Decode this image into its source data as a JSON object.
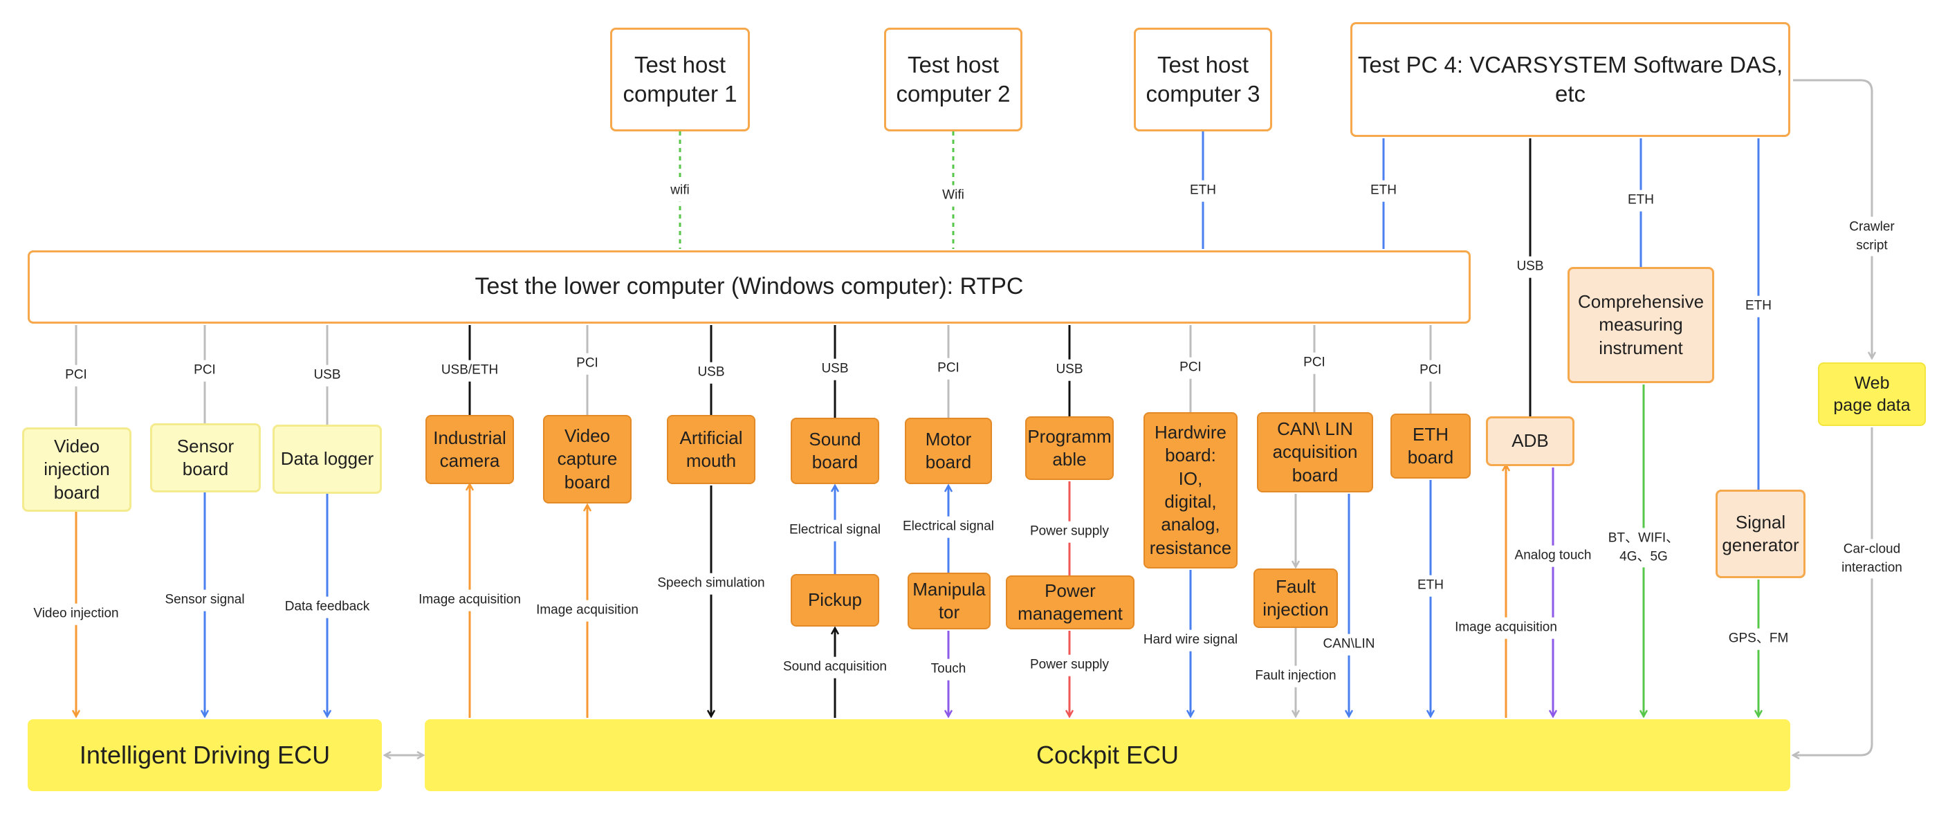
{
  "colors": {
    "orange": "#f79a33",
    "blue": "#4a7ff0",
    "black": "#111111",
    "gray": "#bdbdbd",
    "green": "#56c748",
    "purple": "#8d59e8",
    "red": "#ef5656",
    "box_border_orange": "#f6a84c",
    "ecu_yellow": "#fff25a"
  },
  "hosts": {
    "host1": "Test host\ncomputer 1",
    "host2": "Test host\ncomputer 2",
    "host3": "Test host\ncomputer 3",
    "pc4": "Test PC 4: VCARSYSTEM Software DAS, etc"
  },
  "rtpc": "Test the lower computer (Windows computer): RTPC",
  "modules": {
    "video_injection_board": "Video\ninjection\nboard",
    "sensor_board": "Sensor\nboard",
    "data_logger": "Data logger",
    "industrial_camera": "Industrial\ncamera",
    "video_capture_board": "Video\ncapture\nboard",
    "artificial_mouth": "Artificial\nmouth",
    "sound_board": "Sound\nboard",
    "motor_board": "Motor\nboard",
    "programmable": "Programm\nable",
    "hardwire_board": "Hardwire\nboard:\nIO,\ndigital,\nanalog,\nresistance",
    "can_lin_board": "CAN\\ LIN\nacquisition\nboard",
    "eth_board": "ETH\nboard",
    "adb": "ADB",
    "measuring_instrument": "Comprehensive\nmeasuring\ninstrument",
    "web_page_data": "Web\npage data",
    "pickup": "Pickup",
    "manipulator": "Manipula\ntor",
    "power_management": "Power\nmanagement",
    "fault_injection": "Fault\ninjection",
    "signal_generator": "Signal\ngenerator"
  },
  "ecus": {
    "intelligent_driving": "Intelligent Driving ECU",
    "cockpit": "Cockpit ECU"
  },
  "labels": {
    "wifi1": "wifi",
    "wifi2": "Wifi",
    "eth_host3": "ETH",
    "eth_pc4": "ETH",
    "usb_adb": "USB",
    "eth_measure": "ETH",
    "eth_signal": "ETH",
    "crawler": "Crawler\nscript",
    "pci_video_inj": "PCI",
    "pci_sensor": "PCI",
    "usb_logger": "USB",
    "usbeth_camera": "USB/ETH",
    "pci_capture": "PCI",
    "usb_mouth": "USB",
    "usb_sound": "USB",
    "pci_motor": "PCI",
    "usb_prog": "USB",
    "pci_hardwire": "PCI",
    "pci_canlin": "PCI",
    "pci_eth": "PCI",
    "video_injection": "Video injection",
    "sensor_signal": "Sensor signal",
    "data_feedback": "Data feedback",
    "image_acq1": "Image acquisition",
    "image_acq2": "Image acquisition",
    "speech_sim": "Speech simulation",
    "elec_signal1": "Electrical signal",
    "sound_acq": "Sound acquisition",
    "elec_signal2": "Electrical signal",
    "touch": "Touch",
    "power_supply1": "Power supply",
    "power_supply2": "Power supply",
    "hard_wire_signal": "Hard wire signal",
    "fault_inj": "Fault injection",
    "can_lin": "CAN\\LIN",
    "eth_board_link": "ETH",
    "image_acq3": "Image acquisition",
    "analog_touch": "Analog touch",
    "bt_wifi": "BT、WIFI、\n4G、5G",
    "gps_fm": "GPS、FM",
    "car_cloud": "Car-cloud\ninteraction"
  }
}
